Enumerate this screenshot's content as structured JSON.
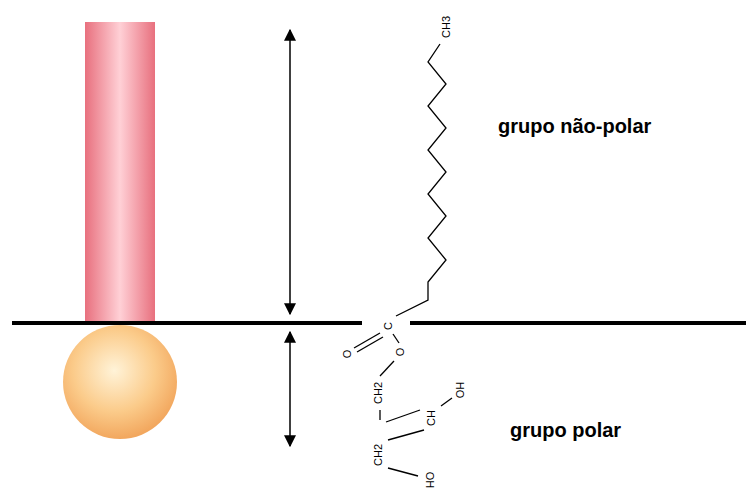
{
  "diagram": {
    "labels": [
      "CH3",
      "C",
      "O",
      "O",
      "CH2",
      "CH",
      "OH",
      "CH2",
      "HO",
      "grupo não-polar",
      "grupo polar"
    ]
  }
}
